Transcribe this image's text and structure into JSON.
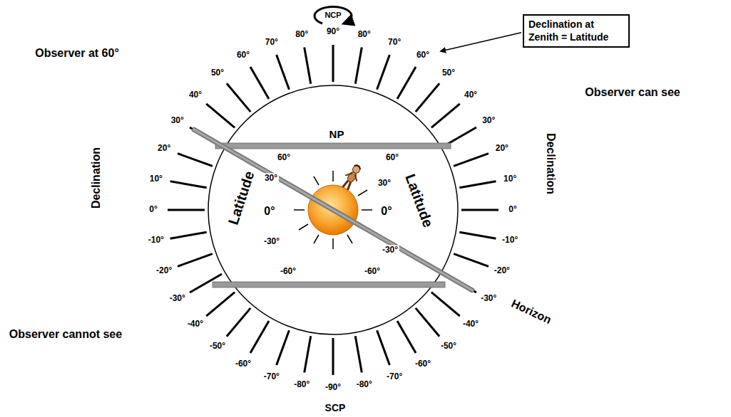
{
  "diagram": {
    "nodes": [
      {
        "text": [
          "Declination at Zenith = Latitude"
        ]
      }
    ],
    "labels": [
      "Observer at 60°",
      "NCP",
      "90°",
      "80°",
      "70°",
      "60°",
      "50°",
      "40°",
      "30°",
      "20°",
      "10°",
      "0°",
      "-10°",
      "-20°",
      "-30°",
      "-40°",
      "-50°",
      "-60°",
      "-70°",
      "-80°",
      "-90°",
      "-80°",
      "-70°",
      "-60°",
      "-50°",
      "-40°",
      "-30°",
      "-20°",
      "-10°",
      "0°",
      "10°",
      "20°",
      "30°",
      "40°",
      "50°",
      "60°",
      "70°",
      "80°",
      "Declination",
      "Observer cannot see",
      "Latitude",
      "NP",
      "60°",
      "30°",
      "0°",
      "-30°",
      "-60°",
      "60°",
      "30°",
      "0°",
      "-30°",
      "-60°",
      "Latitude",
      "Declination",
      "Observer can see",
      "Horizon",
      "SCP"
    ]
  }
}
